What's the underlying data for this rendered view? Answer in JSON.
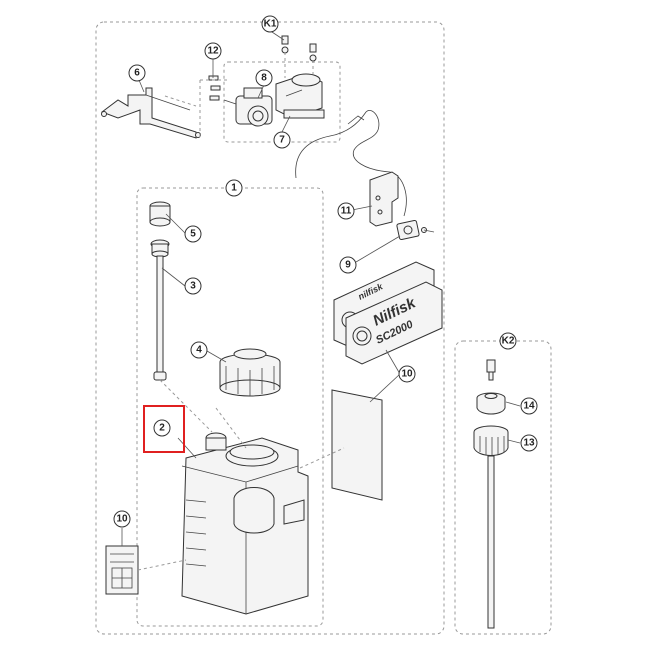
{
  "callouts": {
    "k1": "K1",
    "k2": "K2",
    "c1": "1",
    "c2": "2",
    "c3": "3",
    "c4": "4",
    "c5": "5",
    "c6": "6",
    "c7": "7",
    "c8": "8",
    "c9": "9",
    "c10a": "10",
    "c10b": "10",
    "c11": "11",
    "c12": "12",
    "c13": "13",
    "c14": "14"
  },
  "labels": {
    "brand": "Nilfisk",
    "model": "SC2000",
    "brand_back": "nilfisk"
  },
  "colors": {
    "highlight": "#e02020",
    "outline": "#333333",
    "dashed_group": "#999999"
  }
}
